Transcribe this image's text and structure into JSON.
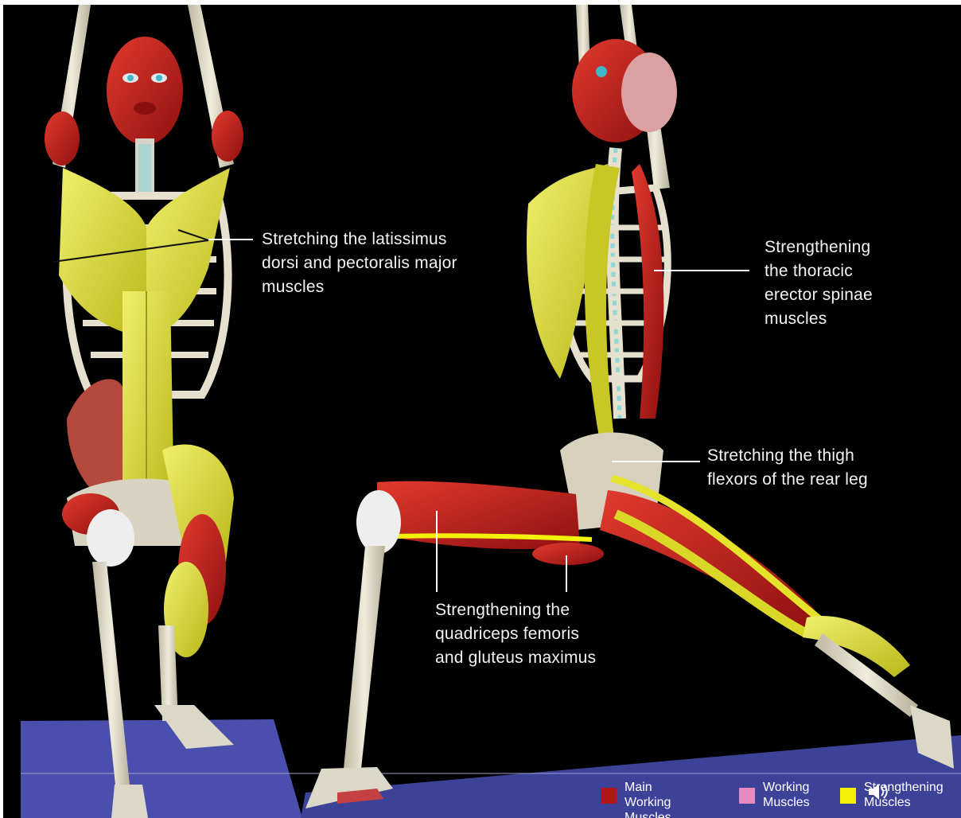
{
  "annotations": {
    "lats_pecs": "Stretching the latissimus\ndorsi and pectoralis major\nmuscles",
    "erector_spinae": "Strengthening\nthe thoracic\nerector spinae\nmuscles",
    "thigh_flexors": "Stretching the thigh\nflexors of the rear leg",
    "quadriceps": "Strengthening the\nquadriceps femoris\nand gluteus maximus"
  },
  "legend": [
    {
      "label": "Main Working\nMuscles",
      "color": "#b01818"
    },
    {
      "label": "Working\nMuscles",
      "color": "#e48ac0"
    },
    {
      "label": "Strengthening\nMuscles",
      "color": "#f3f10a"
    }
  ],
  "colors": {
    "background": "#000000",
    "bone": "#e6e1cf",
    "red_muscle": "#c11a1a",
    "yellow_muscle": "#d9d728",
    "mat": "#4a4fae"
  },
  "icons": {
    "audio": "speaker-icon"
  }
}
